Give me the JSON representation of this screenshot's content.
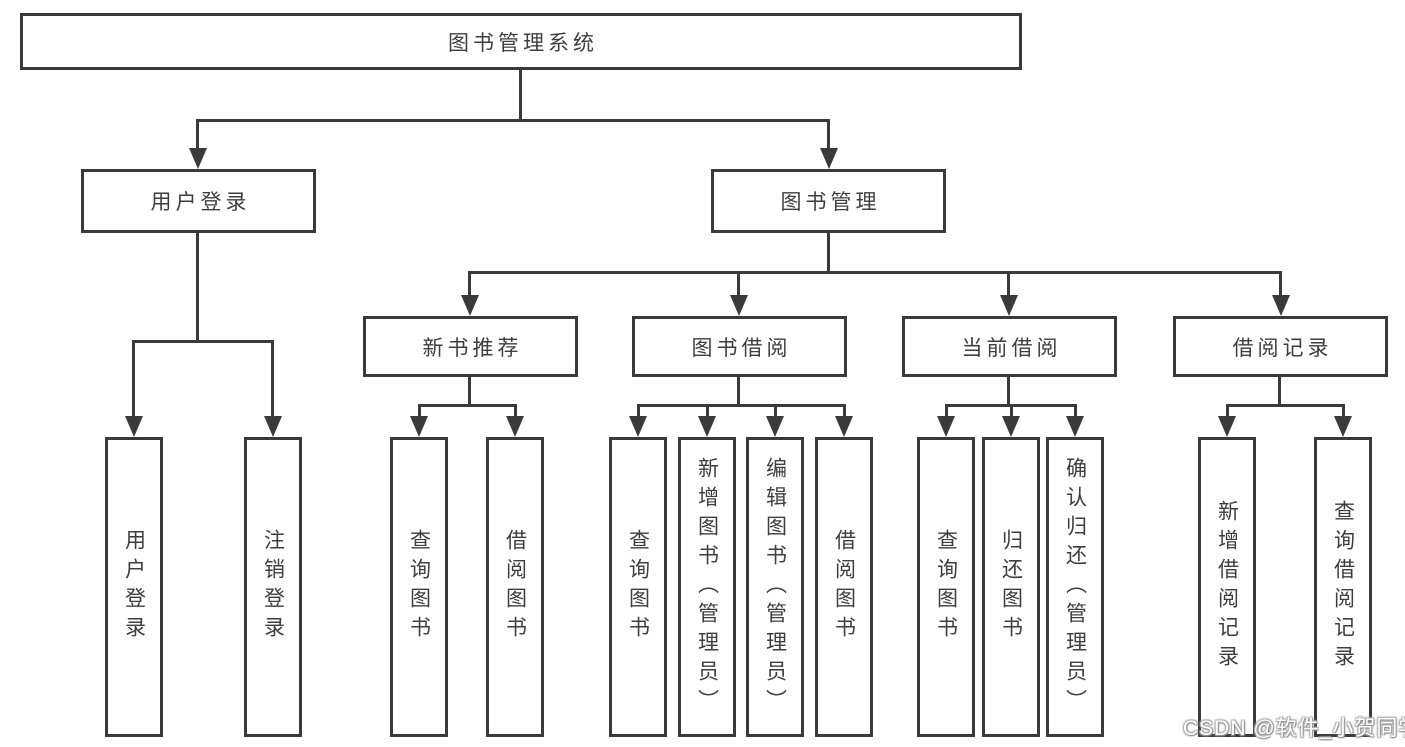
{
  "diagram": {
    "root": {
      "label": "图书管理系统"
    },
    "level2": [
      {
        "label": "用户登录",
        "children": [
          "用户登录",
          "注销登录"
        ]
      },
      {
        "label": "图书管理"
      }
    ],
    "level3": [
      {
        "label": "新书推荐",
        "children": [
          "查询图书",
          "借阅图书"
        ]
      },
      {
        "label": "图书借阅",
        "children": [
          "查询图书",
          "新增图书（管理员）",
          "编辑图书（管理员）",
          "借阅图书"
        ]
      },
      {
        "label": "当前借阅",
        "children": [
          "查询图书",
          "归还图书",
          "确认归还（管理员）"
        ]
      },
      {
        "label": "借阅记录",
        "children": [
          "新增借阅记录",
          "查询借阅记录"
        ]
      }
    ]
  },
  "watermark": {
    "text": "CSDN @软件_小贺同学"
  },
  "colors": {
    "line": "#3a3a3a",
    "text": "#3e3e3e",
    "background": "#ffffff"
  }
}
